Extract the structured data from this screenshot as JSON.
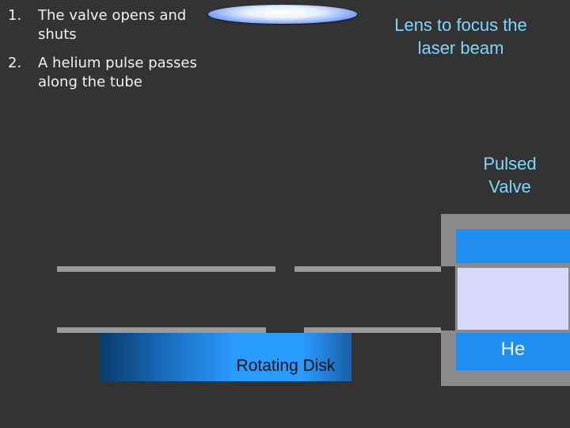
{
  "steps": [
    {
      "number": "1.",
      "text": "The valve opens and shuts"
    },
    {
      "number": "2.",
      "text": "A helium pulse passes along the tube"
    }
  ],
  "labels": {
    "lens": "Lens to focus the laser beam",
    "pulsed_valve": "Pulsed Valve",
    "he": "He",
    "rotating_disk": "Rotating Disk"
  },
  "colors": {
    "background": "#333333",
    "label_text": "#7fd7ff",
    "valve_blue": "#1f8ef0",
    "helium_chamber": "#d9d9ff",
    "tube_gray": "#9a9a9a"
  }
}
